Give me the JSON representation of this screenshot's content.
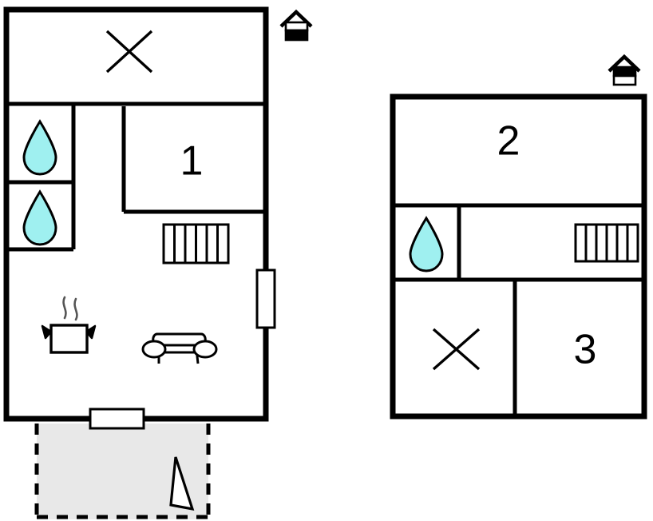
{
  "document": {
    "kind": "floor-plan",
    "title": "Holiday home floor plan",
    "background_color": "#ffffff",
    "line_color": "#000000",
    "water_color": "#9ff0f0",
    "terrace_fill": "#e6e6e6"
  },
  "floors": [
    {
      "id": "ground-floor",
      "level_icon": "house-ground-floor-icon",
      "icon_description": "house outline with lower half filled black",
      "rooms": [
        {
          "id": "left-top-room",
          "symbol": "x-mark",
          "label": ""
        },
        {
          "id": "bathroom-upper",
          "symbol": "water-drop",
          "label": ""
        },
        {
          "id": "bathroom-lower",
          "symbol": "water-drop",
          "label": ""
        },
        {
          "id": "bedroom-1",
          "symbol": "",
          "label": "1"
        },
        {
          "id": "living-kitchen",
          "symbol": "cooking-pot,sofa,staircase",
          "label": ""
        }
      ],
      "fixtures": [
        {
          "id": "staircase",
          "name": "staircase-icon",
          "steps": 6
        },
        {
          "id": "cooking-pot",
          "name": "cooking-pot-icon"
        },
        {
          "id": "sofa",
          "name": "sofa-icon"
        },
        {
          "id": "side-window",
          "name": "window-icon"
        },
        {
          "id": "entrance-door",
          "name": "door-icon"
        }
      ],
      "terrace": {
        "id": "terrace",
        "name": "terrace-area",
        "border_style": "dashed",
        "symbol": "parasol-icon"
      }
    },
    {
      "id": "upper-floor",
      "level_icon": "house-upper-floor-icon",
      "icon_description": "house outline with upper half filled black",
      "rooms": [
        {
          "id": "bedroom-2",
          "symbol": "",
          "label": "2"
        },
        {
          "id": "bathroom-upstairs",
          "symbol": "water-drop",
          "label": ""
        },
        {
          "id": "hall-upstairs",
          "symbol": "staircase",
          "label": ""
        },
        {
          "id": "upper-left-room",
          "symbol": "x-mark",
          "label": ""
        },
        {
          "id": "bedroom-3",
          "symbol": "",
          "label": "3"
        }
      ],
      "fixtures": [
        {
          "id": "staircase-up",
          "name": "staircase-icon",
          "steps": 6
        }
      ]
    }
  ],
  "labels": {
    "room_1": "1",
    "room_2": "2",
    "room_3": "3"
  }
}
